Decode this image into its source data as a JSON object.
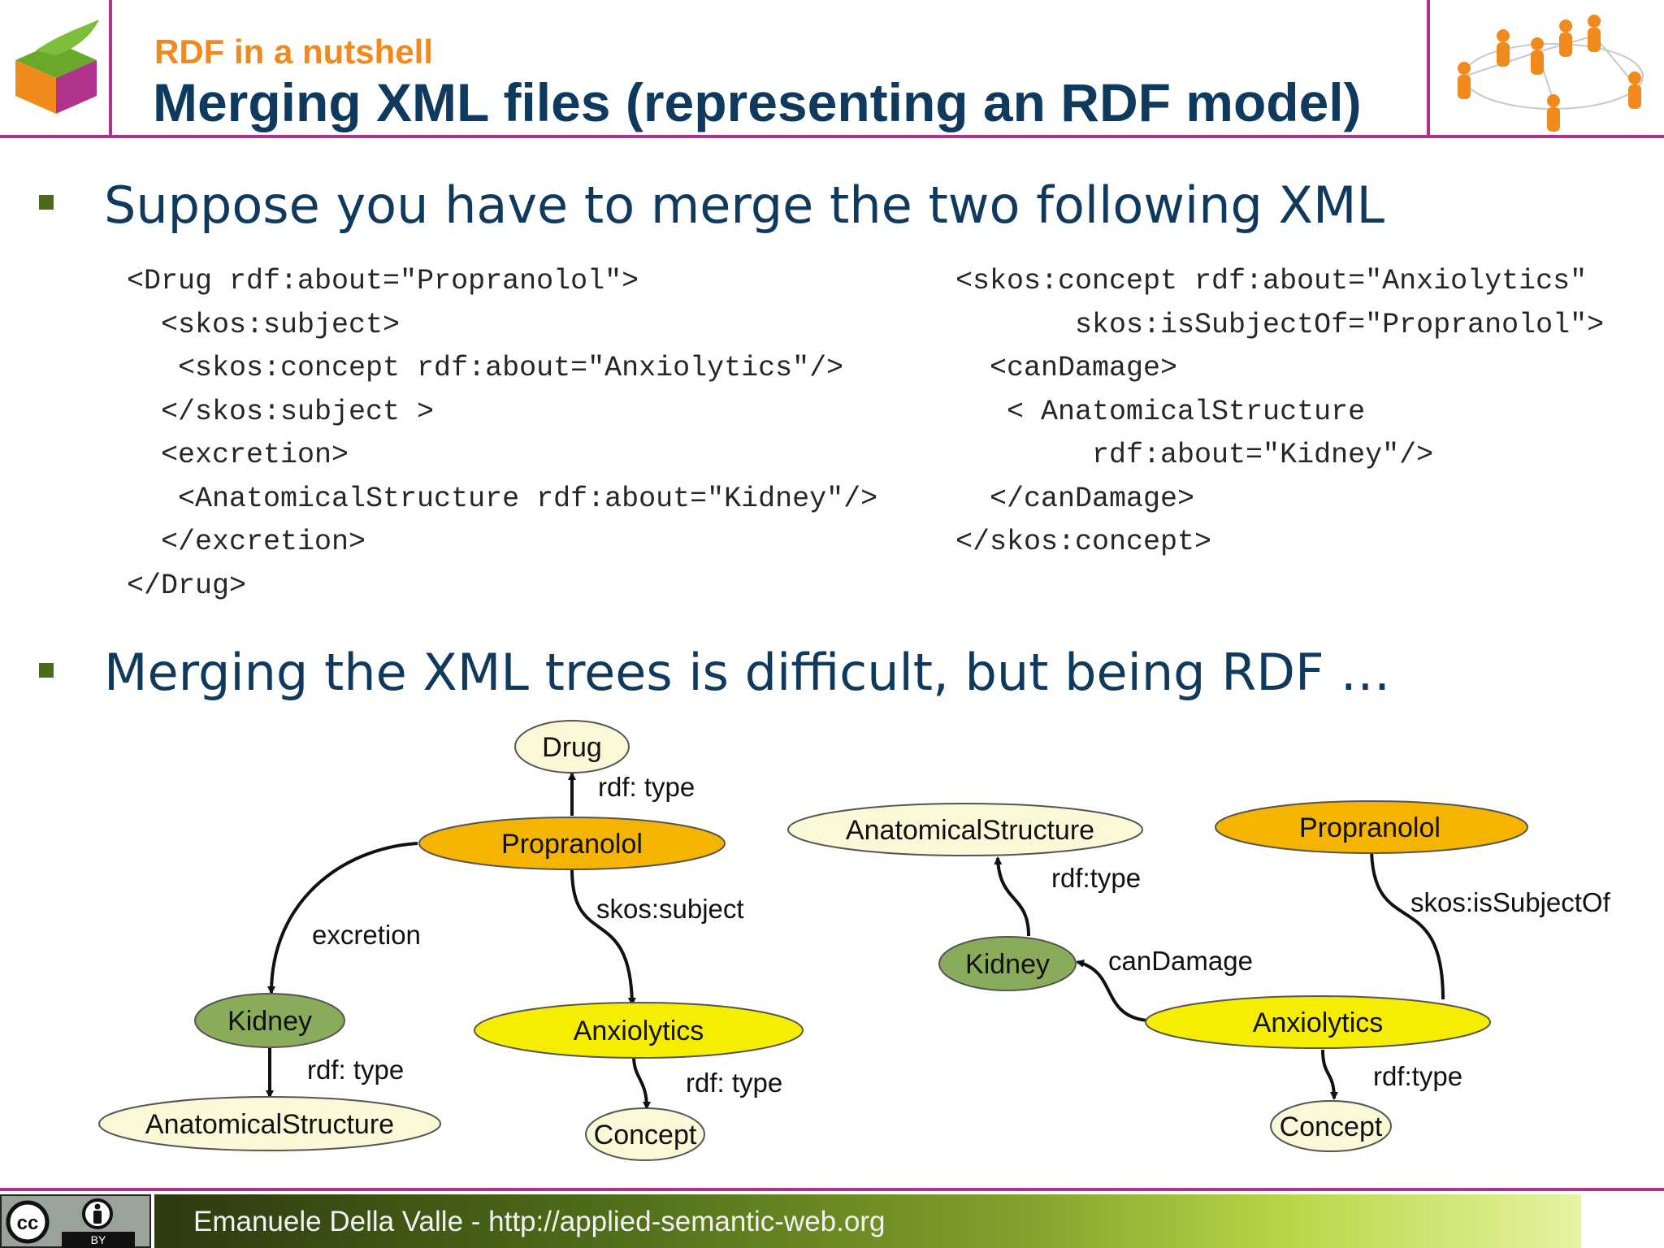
{
  "header": {
    "kicker": "RDF in a nutshell",
    "title": "Merging XML files (representing an RDF model)"
  },
  "bullets": [
    "Suppose you have to merge the two following XML",
    "Merging the XML trees is difficult, but being RDF …"
  ],
  "code_left": [
    "<Drug rdf:about=\"Propranolol\">",
    "  <skos:subject>",
    "   <skos:concept rdf:about=\"Anxiolytics\"/>",
    "  </skos:subject >",
    "  <excretion>",
    "   <AnatomicalStructure rdf:about=\"Kidney\"/>",
    "  </excretion>",
    "</Drug>"
  ],
  "code_right": [
    "<skos:concept rdf:about=\"Anxiolytics\"",
    "       skos:isSubjectOf=\"Propranolol\">",
    "  <canDamage>",
    "   < AnatomicalStructure",
    "        rdf:about=\"Kidney\"/>",
    "  </canDamage>",
    "</skos:concept>"
  ],
  "graph_left": {
    "nodes": {
      "drug": "Drug",
      "propranolol": "Propranolol",
      "kidney": "Kidney",
      "anxiolytics": "Anxiolytics",
      "anatomical": "AnatomicalStructure",
      "concept": "Concept"
    },
    "edges": {
      "type_drug": "rdf: type",
      "subject": "skos:subject",
      "excretion": "excretion",
      "type_kidney": "rdf: type",
      "type_anx": "rdf: type"
    }
  },
  "graph_right": {
    "nodes": {
      "anatomical": "AnatomicalStructure",
      "propranolol": "Propranolol",
      "kidney": "Kidney",
      "anxiolytics": "Anxiolytics",
      "concept": "Concept"
    },
    "edges": {
      "type_kidney": "rdf:type",
      "is_subject_of": "skos:isSubjectOf",
      "can_damage": "canDamage",
      "type_anx": "rdf:type"
    }
  },
  "colors": {
    "accent": "#b0328c",
    "title": "#0f3a5e",
    "kicker": "#f08a1c",
    "node_orange": "#f5b400",
    "node_yellow": "#f5ee00",
    "node_green": "#8aac5a",
    "node_cream": "#fbf8d8"
  },
  "footer": {
    "text": "Emanuele Della Valle - http://applied-semantic-web.org",
    "license_by": "BY"
  }
}
